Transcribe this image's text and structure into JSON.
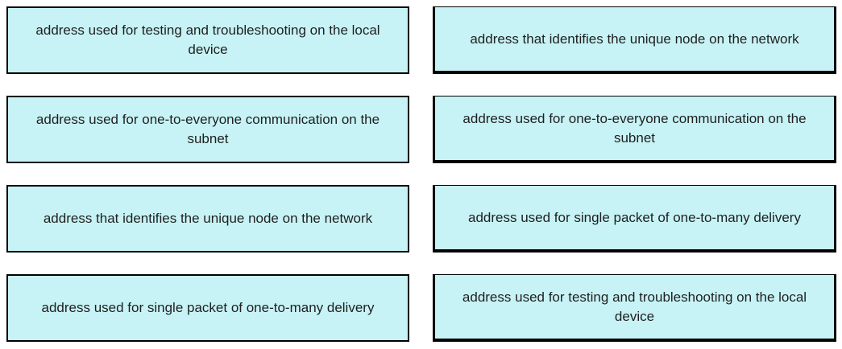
{
  "quiz": {
    "left_items": [
      {
        "label": "address used for testing and troubleshooting on the local device"
      },
      {
        "label": "address used for one-to-everyone communication on the subnet"
      },
      {
        "label": "address that identifies the unique node on the network"
      },
      {
        "label": "address used for single packet of one-to-many delivery"
      }
    ],
    "right_items": [
      {
        "label": "address that identifies the unique node on the network"
      },
      {
        "label": "address used for one-to-everyone communication on the subnet"
      },
      {
        "label": "address used for single packet of one-to-many delivery"
      },
      {
        "label": "address used for testing and troubleshooting on the local device"
      }
    ]
  },
  "colors": {
    "card_fill": "#c7f3f6",
    "card_border": "#000000",
    "text": "#1f1f1f",
    "page_background": "#ffffff"
  }
}
